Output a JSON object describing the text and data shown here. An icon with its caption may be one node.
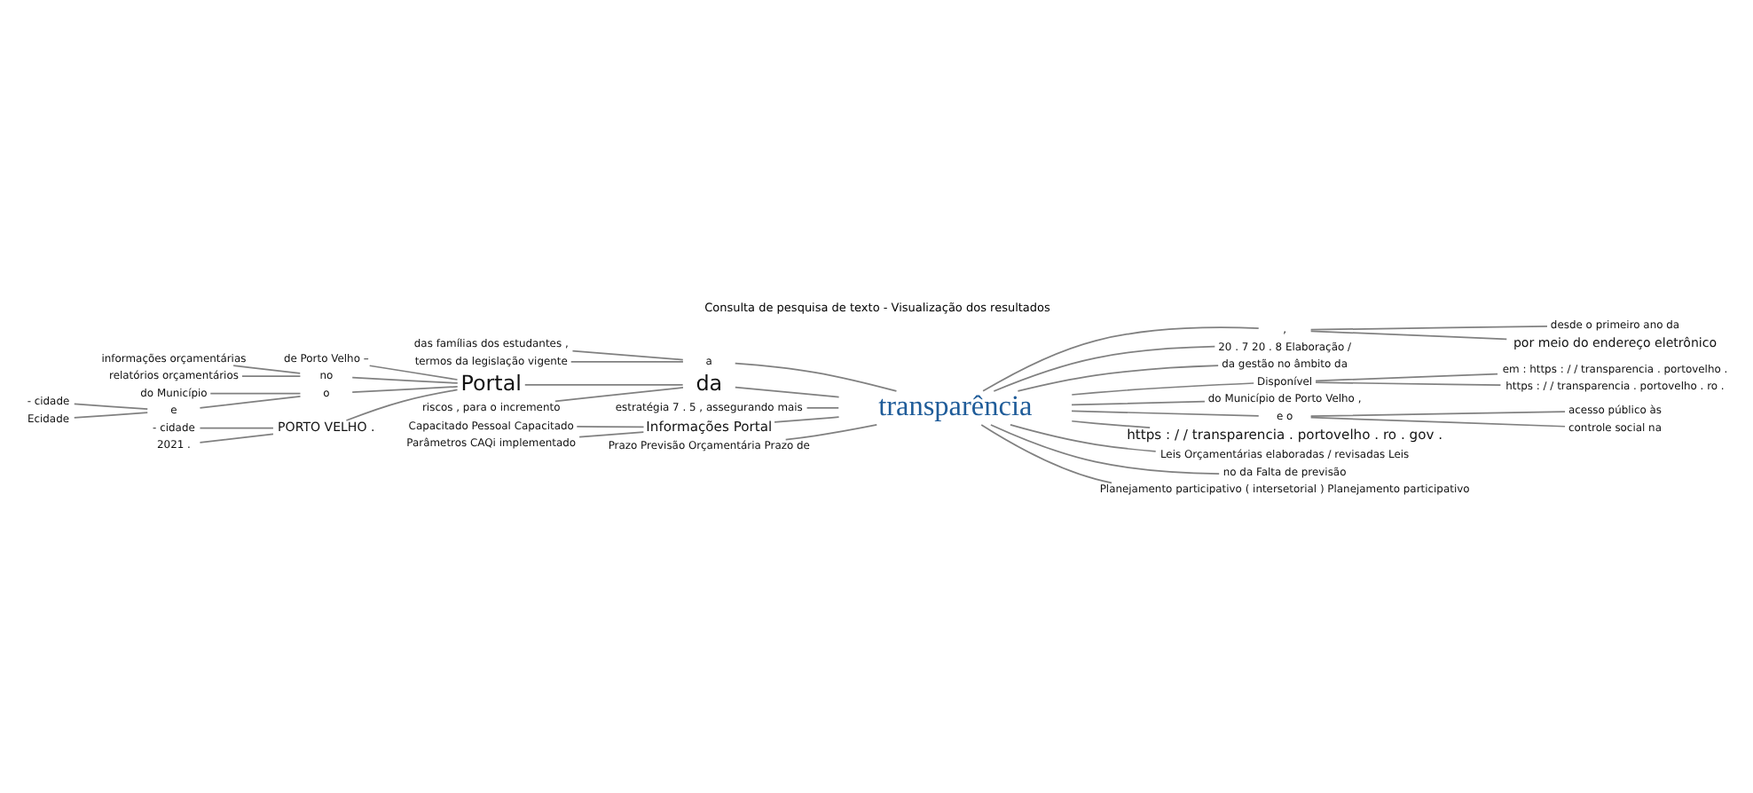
{
  "diagram": {
    "title": "Consulta de pesquisa de texto - Visualização dos resultados",
    "nodes": [
      {
        "text": [
          "das famílias dos estudantes ,"
        ]
      },
      {
        "text": [
          "termos da legislação vigente"
        ]
      },
      {
        "text": [
          "a"
        ]
      },
      {
        "text": [
          "de Porto Velho –"
        ]
      },
      {
        "text": [
          "informações orçamentárias"
        ]
      },
      {
        "text": [
          "relatórios orçamentários"
        ]
      },
      {
        "text": [
          "no"
        ]
      },
      {
        "text": [
          "do Município"
        ]
      },
      {
        "text": [
          "o"
        ]
      },
      {
        "text": [
          "- cidade"
        ]
      },
      {
        "text": [
          "e"
        ]
      },
      {
        "text": [
          "Ecidade"
        ]
      },
      {
        "text": [
          "Portal"
        ]
      },
      {
        "text": [
          "da"
        ]
      },
      {
        "text": [
          "- cidade"
        ]
      },
      {
        "text": [
          "2021 ."
        ]
      },
      {
        "text": [
          "PORTO VELHO ."
        ]
      },
      {
        "text": [
          "riscos , para o incremento"
        ]
      },
      {
        "text": [
          "estratégia 7 . 5 , assegurando mais"
        ]
      },
      {
        "text": [
          "Capacitado Pessoal Capacitado"
        ]
      },
      {
        "text": [
          "Parâmetros CAQi implementado"
        ]
      },
      {
        "text": [
          "Informações Portal"
        ]
      },
      {
        "text": [
          "Prazo Previsão Orçamentária Prazo de"
        ]
      },
      {
        "text": [
          "transparência"
        ]
      },
      {
        "text": [
          ","
        ]
      },
      {
        "text": [
          "desde o primeiro ano da"
        ]
      },
      {
        "text": [
          "por meio do endereço eletrônico"
        ]
      },
      {
        "text": [
          "20 . 7 20 . 8 Elaboração /"
        ]
      },
      {
        "text": [
          "da gestão no âmbito da"
        ]
      },
      {
        "text": [
          "Disponível"
        ]
      },
      {
        "text": [
          "em : https : / / transparencia . portovelho ."
        ]
      },
      {
        "text": [
          "https : / / transparencia . portovelho . ro ."
        ]
      },
      {
        "text": [
          "do Município de Porto Velho ,"
        ]
      },
      {
        "text": [
          "e o"
        ]
      },
      {
        "text": [
          "acesso público às"
        ]
      },
      {
        "text": [
          "controle social na"
        ]
      },
      {
        "text": [
          "https : / / transparencia . portovelho . ro . gov ."
        ]
      },
      {
        "text": [
          "Leis Orçamentárias elaboradas / revisadas Leis"
        ]
      },
      {
        "text": [
          "no da Falta de previsão"
        ]
      },
      {
        "text": [
          "Planejamento participativo ( intersetorial ) Planejamento participativo"
        ]
      }
    ],
    "edges": [
      {
        "from": 0,
        "to": 2,
        "arrow": "none"
      },
      {
        "from": 1,
        "to": 2,
        "arrow": "none"
      },
      {
        "from": 2,
        "to": 23,
        "arrow": "none"
      },
      {
        "from": 3,
        "to": 12,
        "arrow": "none"
      },
      {
        "from": 4,
        "to": 6,
        "arrow": "none"
      },
      {
        "from": 5,
        "to": 6,
        "arrow": "none"
      },
      {
        "from": 6,
        "to": 12,
        "arrow": "none"
      },
      {
        "from": 7,
        "to": 8,
        "arrow": "none"
      },
      {
        "from": 9,
        "to": 10,
        "arrow": "none"
      },
      {
        "from": 11,
        "to": 10,
        "arrow": "none"
      },
      {
        "from": 10,
        "to": 8,
        "arrow": "none"
      },
      {
        "from": 8,
        "to": 12,
        "arrow": "none"
      },
      {
        "from": 14,
        "to": 16,
        "arrow": "none"
      },
      {
        "from": 15,
        "to": 16,
        "arrow": "none"
      },
      {
        "from": 16,
        "to": 12,
        "arrow": "none"
      },
      {
        "from": 12,
        "to": 13,
        "arrow": "none"
      },
      {
        "from": 17,
        "to": 13,
        "arrow": "none"
      },
      {
        "from": 13,
        "to": 23,
        "arrow": "none"
      },
      {
        "from": 18,
        "to": 23,
        "arrow": "none"
      },
      {
        "from": 19,
        "to": 21,
        "arrow": "none"
      },
      {
        "from": 20,
        "to": 21,
        "arrow": "none"
      },
      {
        "from": 21,
        "to": 23,
        "arrow": "none"
      },
      {
        "from": 22,
        "to": 23,
        "arrow": "none"
      },
      {
        "from": 23,
        "to": 24,
        "arrow": "none"
      },
      {
        "from": 24,
        "to": 25,
        "arrow": "none"
      },
      {
        "from": 24,
        "to": 26,
        "arrow": "none"
      },
      {
        "from": 23,
        "to": 27,
        "arrow": "none"
      },
      {
        "from": 23,
        "to": 28,
        "arrow": "none"
      },
      {
        "from": 23,
        "to": 29,
        "arrow": "none"
      },
      {
        "from": 29,
        "to": 30,
        "arrow": "none"
      },
      {
        "from": 29,
        "to": 31,
        "arrow": "none"
      },
      {
        "from": 23,
        "to": 32,
        "arrow": "none"
      },
      {
        "from": 23,
        "to": 33,
        "arrow": "none"
      },
      {
        "from": 33,
        "to": 34,
        "arrow": "none"
      },
      {
        "from": 33,
        "to": 35,
        "arrow": "none"
      },
      {
        "from": 23,
        "to": 36,
        "arrow": "none"
      },
      {
        "from": 23,
        "to": 37,
        "arrow": "none"
      },
      {
        "from": 23,
        "to": 38,
        "arrow": "none"
      },
      {
        "from": 23,
        "to": 39,
        "arrow": "none"
      }
    ]
  }
}
